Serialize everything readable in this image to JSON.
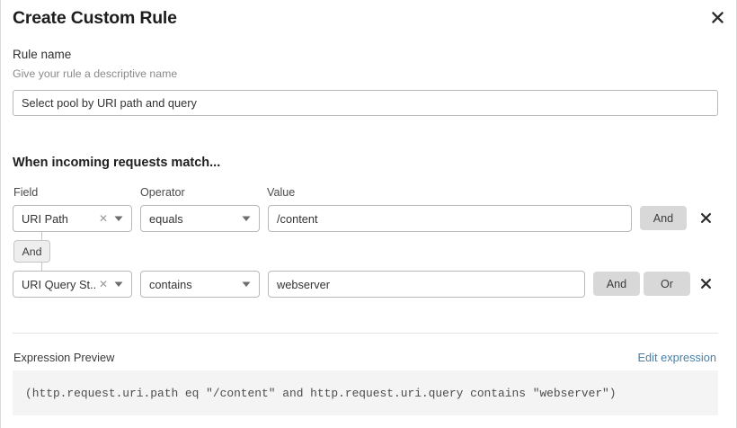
{
  "dialog": {
    "title": "Create Custom Rule",
    "close_icon": "close-icon"
  },
  "rule_name": {
    "label": "Rule name",
    "help": "Give your rule a descriptive name",
    "value": "Select pool by URI path and query",
    "placeholder": "Rule name"
  },
  "match_section": {
    "heading": "When incoming requests match...",
    "columns": {
      "field": "Field",
      "operator": "Operator",
      "value": "Value"
    },
    "connector_badge": "And",
    "rows": [
      {
        "field": "URI Path",
        "operator": "equals",
        "value": "/content",
        "value_placeholder": "Value",
        "buttons": [
          "And"
        ],
        "delete_icon": "close-icon",
        "clear_icon": "clear-icon",
        "caret_icon": "chevron-down-icon"
      },
      {
        "field": "URI Query St...",
        "operator": "contains",
        "value": "webserver",
        "value_placeholder": "Value",
        "buttons": [
          "And",
          "Or"
        ],
        "delete_icon": "close-icon",
        "clear_icon": "clear-icon",
        "caret_icon": "chevron-down-icon"
      }
    ]
  },
  "expression": {
    "label": "Expression Preview",
    "edit_link": "Edit expression",
    "code": "(http.request.uri.path eq \"/content\" and http.request.uri.query contains \"webserver\")"
  },
  "colors": {
    "link": "#4a7fa5",
    "button_bg": "#d8d8d8",
    "badge_bg": "#eeeeee",
    "code_bg": "#f4f4f4",
    "border": "#b9b9b9"
  }
}
